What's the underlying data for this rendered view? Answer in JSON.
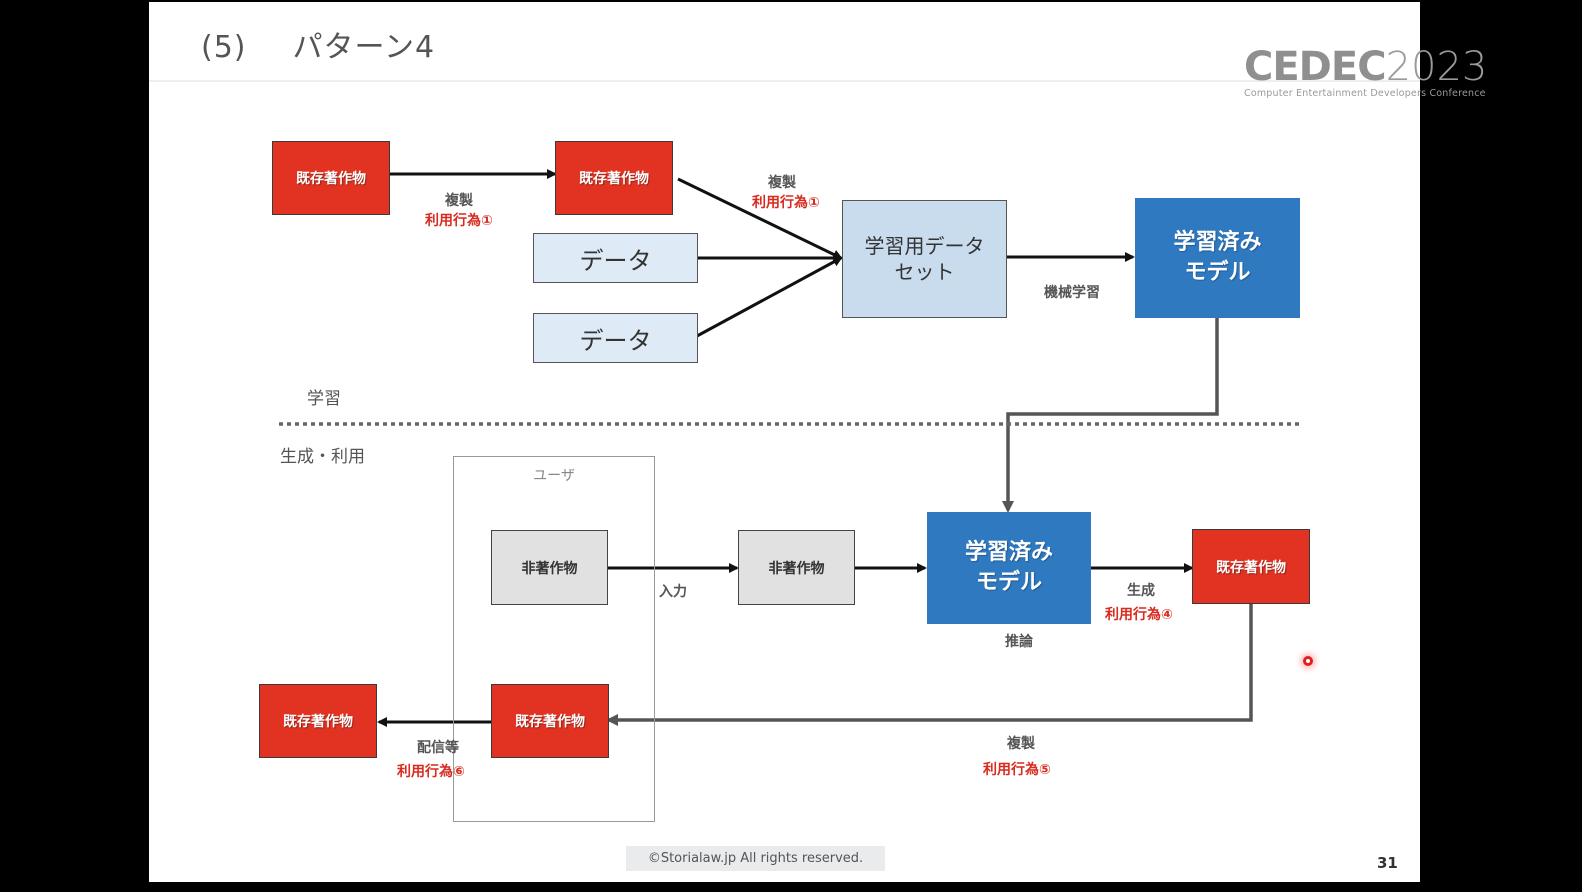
{
  "slide": {
    "section_number": "(5)",
    "title": "パターン4",
    "logo": {
      "mark": "CEDEC",
      "year": "2023",
      "subtitle": "Computer Entertainment Developers Conference"
    },
    "footer": "©Storialaw.jp All rights reserved.",
    "page_number": "31"
  },
  "colors": {
    "existing_work": "#e23322",
    "model": "#2f79c0",
    "dataset": "#c9dcee",
    "data": "#deeaf6",
    "non_work": "#e1e1e1",
    "usage_act": "#d92b1f"
  },
  "sections": {
    "learning": "学習",
    "generation": "生成・利用"
  },
  "learning": {
    "source_work": "既存著作物",
    "copied_work": "既存著作物",
    "data_1": "データ",
    "data_2": "データ",
    "dataset_line1": "学習用データ",
    "dataset_line2": "セット",
    "model_line1": "学習済み",
    "model_line2": "モデル",
    "edge_copy_1": {
      "label": "複製",
      "act": "利用行為①"
    },
    "edge_copy_2": {
      "label": "複製",
      "act": "利用行為①"
    },
    "edge_training": {
      "label": "機械学習"
    }
  },
  "generation": {
    "user_label": "ユーザ",
    "input_work_user": "非著作物",
    "input_work": "非著作物",
    "edge_input": {
      "label": "入力"
    },
    "model_line1": "学習済み",
    "model_line2": "モデル",
    "model_caption": "推論",
    "output_work": "既存著作物",
    "edge_generate": {
      "label": "生成",
      "act": "利用行為④"
    },
    "user_copy": "既存著作物",
    "edge_copy": {
      "label": "複製",
      "act": "利用行為⑤"
    },
    "distributed_work": "既存著作物",
    "edge_distribute": {
      "label": "配信等",
      "act": "利用行為⑥"
    }
  }
}
